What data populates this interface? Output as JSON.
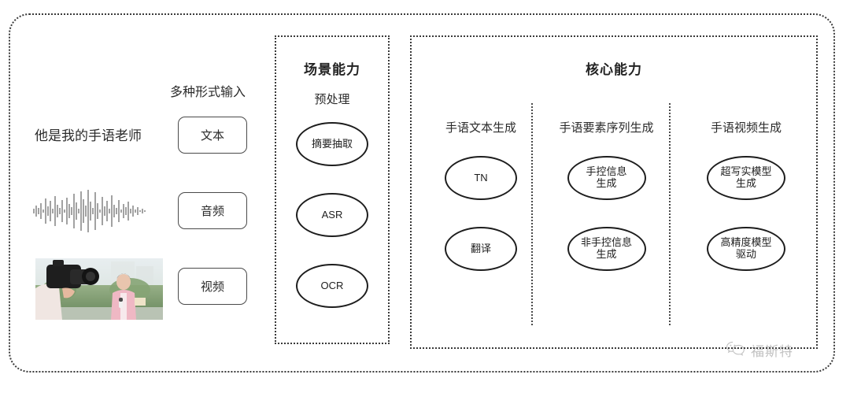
{
  "input_section": {
    "heading": "多种形式输入",
    "sample_text": "他是我的手语老师",
    "modality_boxes": [
      {
        "label": "文本"
      },
      {
        "label": "音频"
      },
      {
        "label": "视频"
      }
    ]
  },
  "scene_panel": {
    "title": "场景能力",
    "sub_label": "预处理",
    "nodes": [
      {
        "label": "摘要抽取"
      },
      {
        "label": "ASR"
      },
      {
        "label": "OCR"
      }
    ]
  },
  "core_panel": {
    "title": "核心能力",
    "columns": [
      {
        "head": "手语文本生成",
        "nodes": [
          {
            "line1": "TN",
            "line2": ""
          },
          {
            "line1": "翻译",
            "line2": ""
          }
        ]
      },
      {
        "head": "手语要素序列生成",
        "nodes": [
          {
            "line1": "手控信息",
            "line2": "生成"
          },
          {
            "line1": "非手控信息",
            "line2": "生成"
          }
        ]
      },
      {
        "head": "手语视频生成",
        "nodes": [
          {
            "line1": "超写实模型",
            "line2": "生成"
          },
          {
            "line1": "高精度模型",
            "line2": "驱动"
          }
        ]
      }
    ]
  },
  "watermark": {
    "text": "福斯特",
    "icon": "wechat-icon"
  },
  "colors": {
    "stroke": "#1d1d1d",
    "dotted": "#3a3a3a",
    "text": "#2b2b2b",
    "background": "#ffffff"
  }
}
